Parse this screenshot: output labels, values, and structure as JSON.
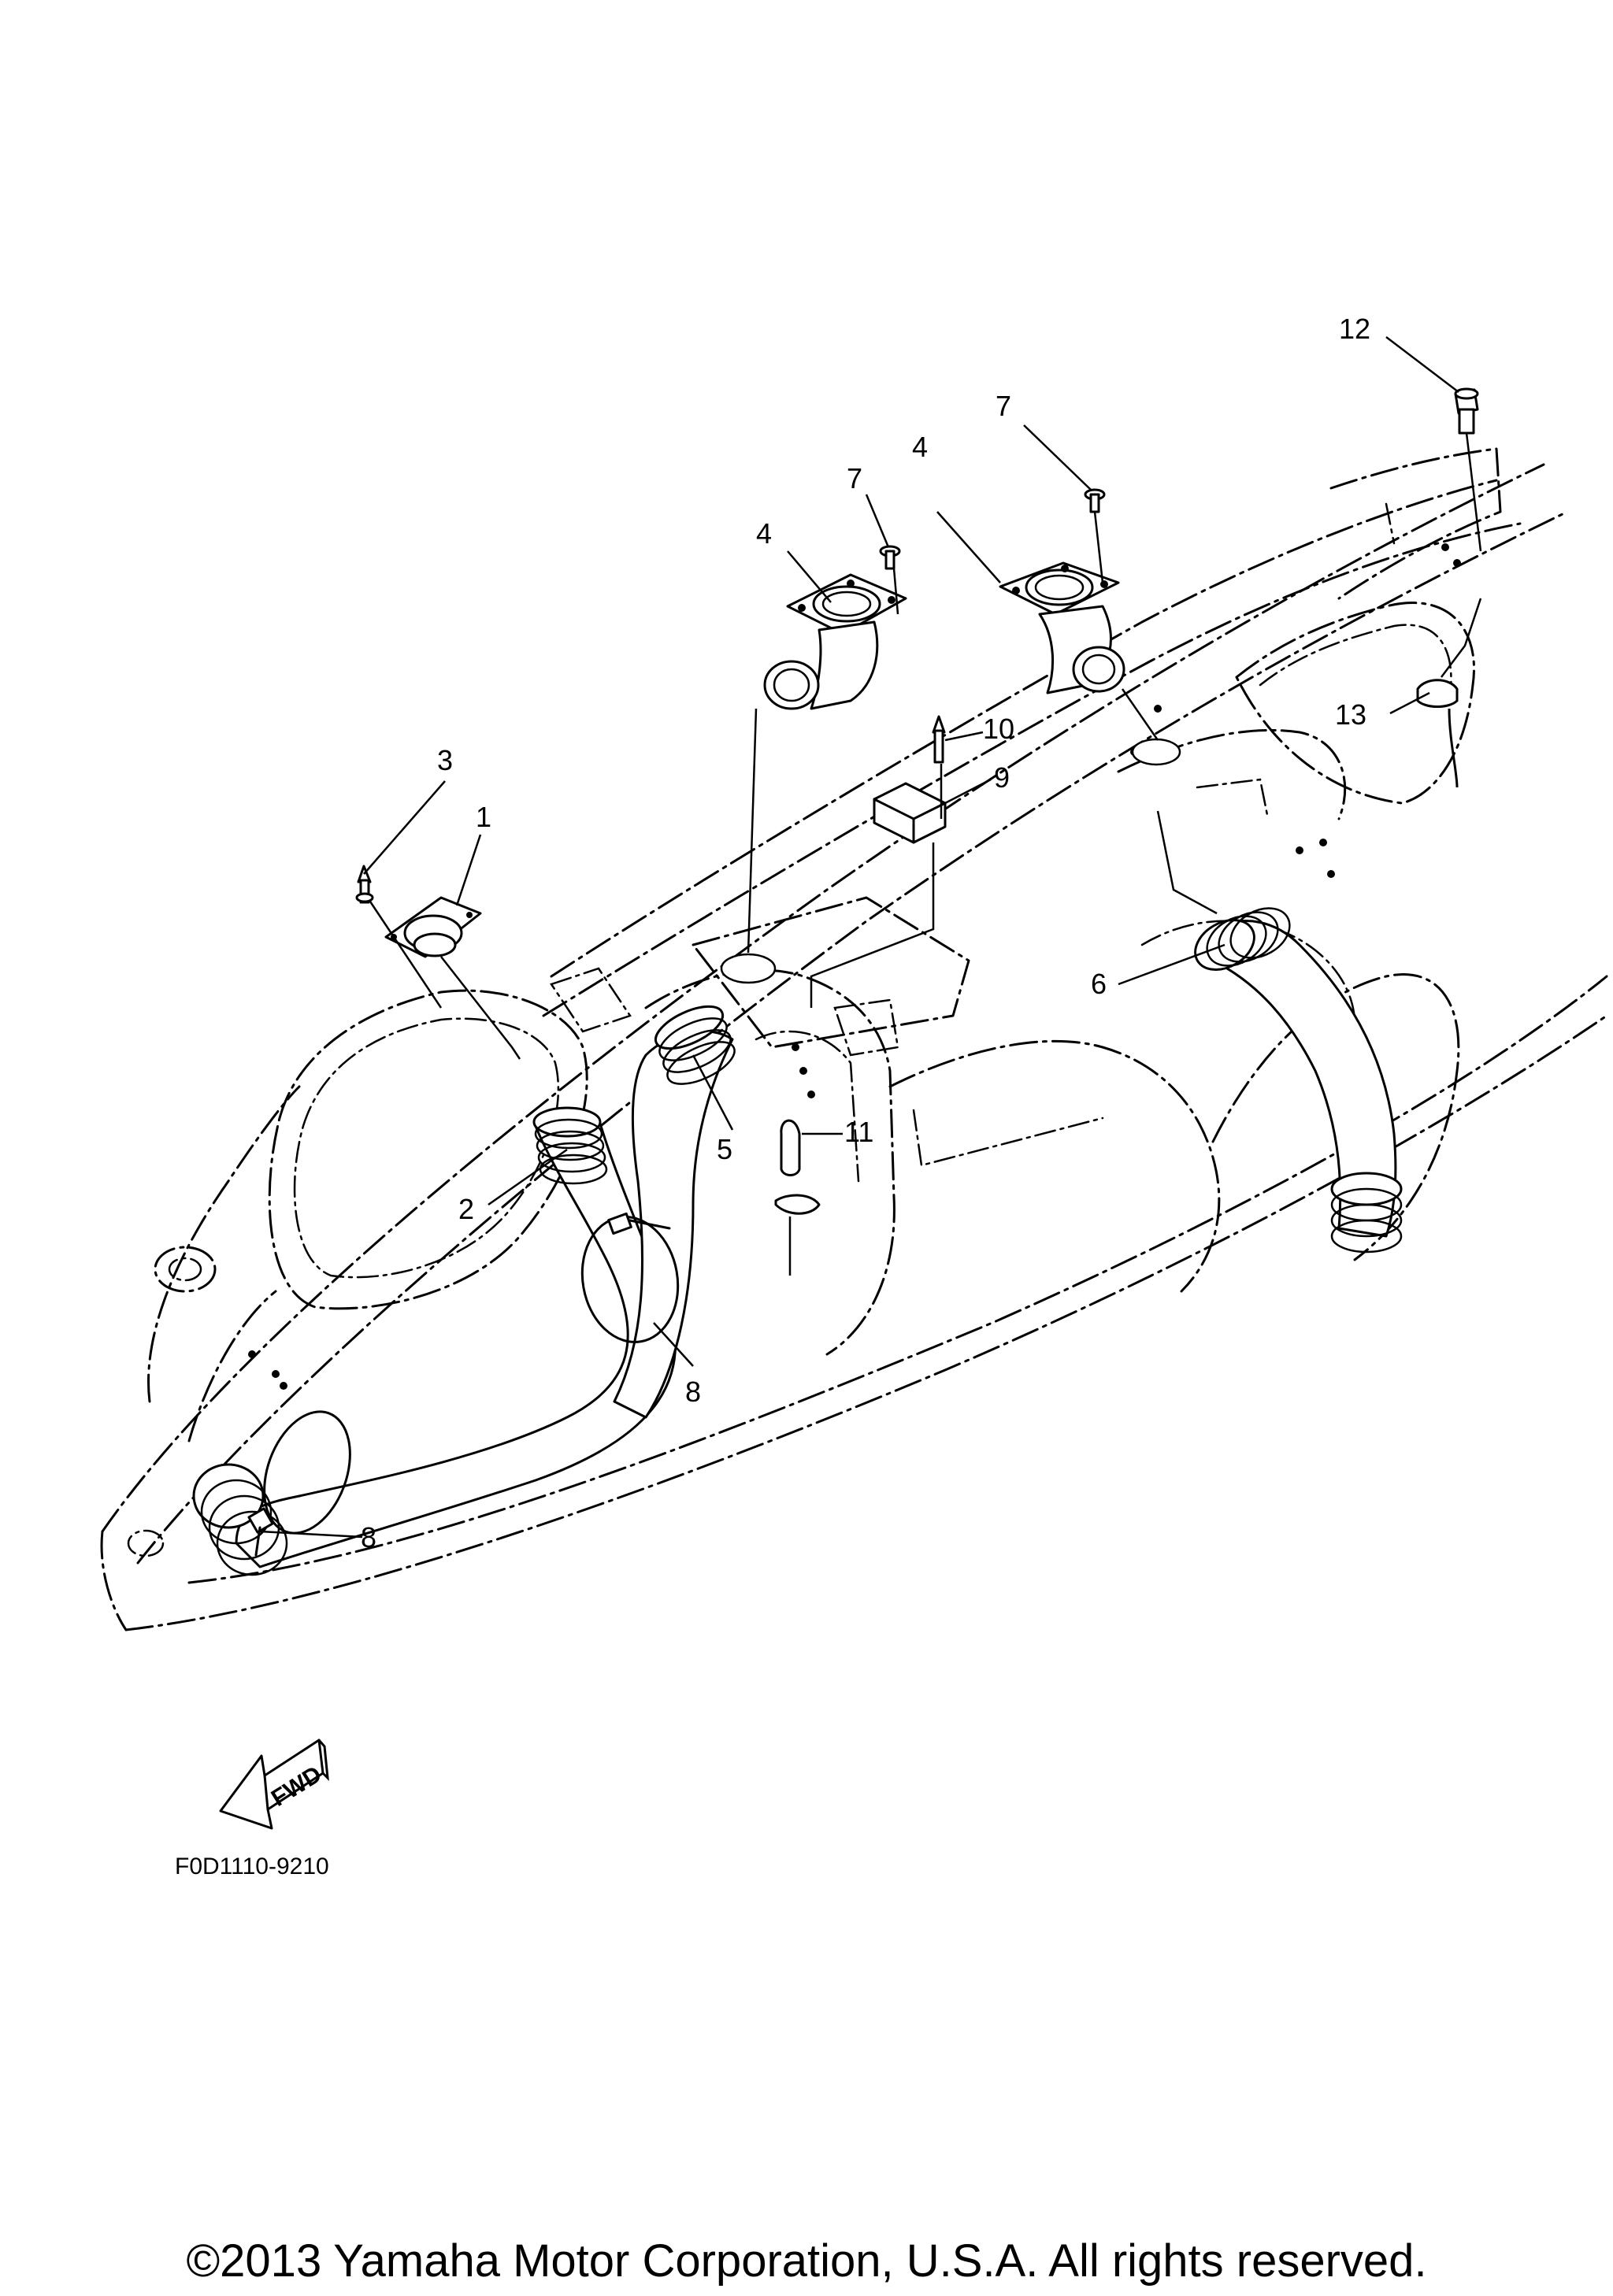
{
  "diagram": {
    "callouts": [
      "1",
      "2",
      "3",
      "4",
      "4",
      "5",
      "6",
      "7",
      "7",
      "8",
      "8",
      "9",
      "10",
      "11",
      "12",
      "13"
    ],
    "figure_ref": "F0D1110-9210",
    "fwd_label": "FWD"
  },
  "footer": {
    "copyright": "©2013 Yamaha Motor Corporation, U.S.A. All rights reserved."
  }
}
